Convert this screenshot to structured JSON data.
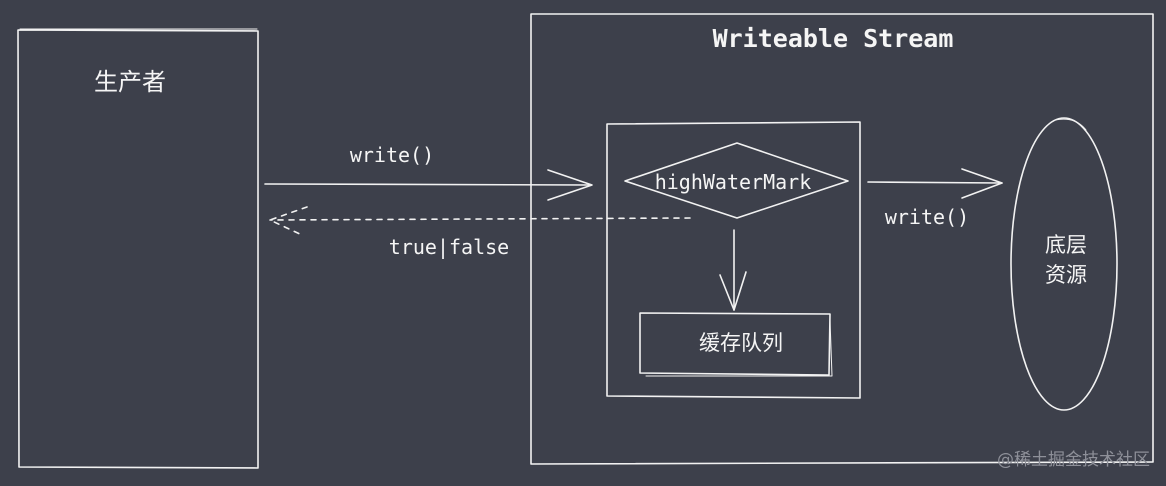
{
  "producer": {
    "label": "生产者"
  },
  "stream": {
    "title": "Writeable Stream"
  },
  "arrows": {
    "write_to_stream": "write()",
    "return_value": "true|false",
    "write_to_resource": "write()"
  },
  "decision": {
    "label": "highWaterMark"
  },
  "queue": {
    "label": "缓存队列"
  },
  "resource": {
    "line1": "底层",
    "line2": "资源"
  },
  "watermark": "@稀土掘金技术社区"
}
